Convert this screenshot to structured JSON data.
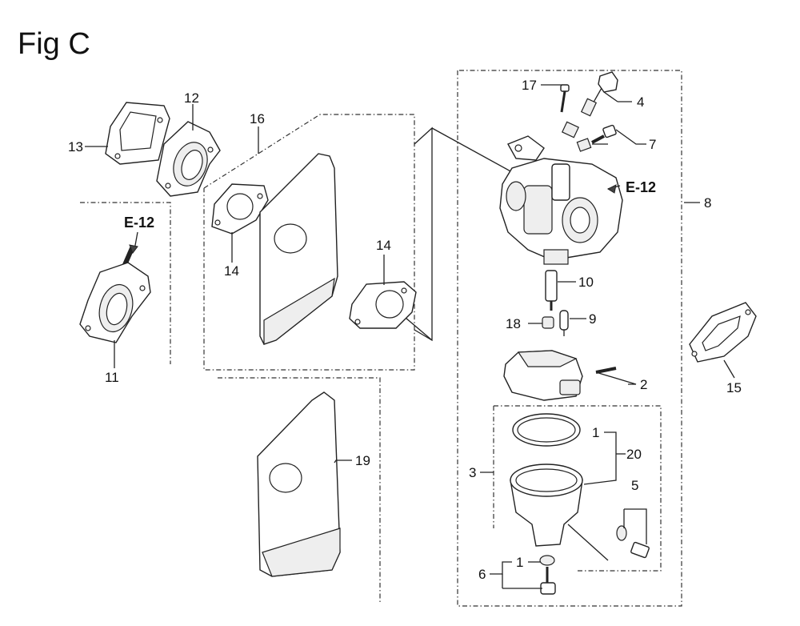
{
  "title": "Fig C",
  "refs": [
    "E-12",
    "E-12"
  ],
  "labels": {
    "p1a": "1",
    "p1b": "1",
    "p2": "2",
    "p3": "3",
    "p4": "4",
    "p5": "5",
    "p6": "6",
    "p7": "7",
    "p8": "8",
    "p9": "9",
    "p10": "10",
    "p11": "11",
    "p12": "12",
    "p13": "13",
    "p14a": "14",
    "p14b": "14",
    "p15": "15",
    "p16": "16",
    "p17": "17",
    "p18": "18",
    "p19": "19",
    "p20": "20"
  }
}
